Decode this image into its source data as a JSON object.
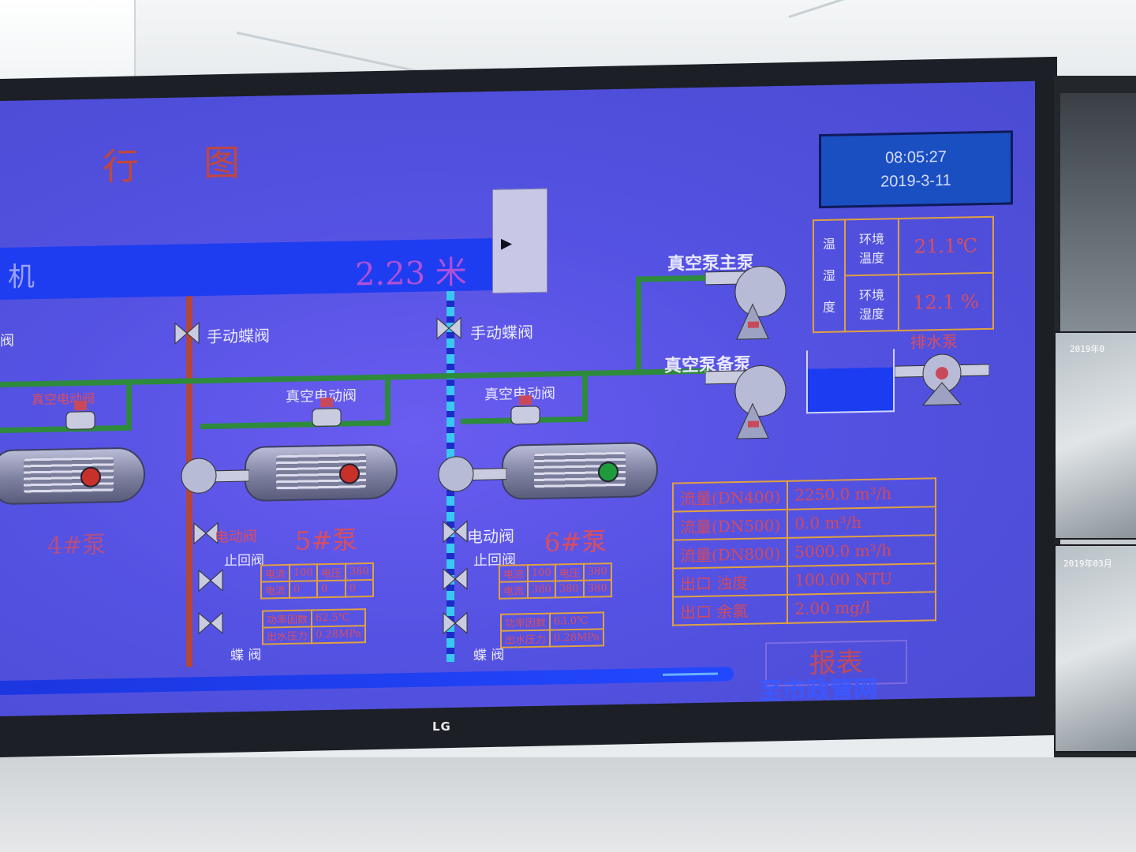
{
  "screen": {
    "title_fragments": [
      "行",
      "图"
    ],
    "clock": {
      "time": "08:05:27",
      "date": "2019-3-11"
    },
    "level": {
      "label": "机",
      "value": "2.23 米"
    },
    "valves": {
      "manual_butterfly_1": "手动蝶阀",
      "manual_butterfly_2": "手动蝶阀",
      "left_cut": "阀",
      "vacuum_electric_left": "真空电动阀",
      "vacuum_electric_mid": "真空电动阀",
      "vacuum_electric_right": "真空电动阀",
      "electric_5": "电动阀",
      "electric_6": "电动阀",
      "check_5": "止回阀",
      "check_6": "止回阀",
      "butterfly_5": "蝶 阀",
      "butterfly_6": "蝶 阀"
    },
    "pumps": {
      "pump4": "4#泵",
      "pump5": "5#泵",
      "pump6": "6#泵",
      "vacuum_main": "真空泵主泵",
      "vacuum_backup": "真空泵备泵",
      "drain_pump": "排水泵"
    },
    "environment": {
      "side_label": [
        "温",
        "湿",
        "度"
      ],
      "temp_label": "环境\n温度",
      "temp_value": "21.1℃",
      "humidity_label": "环境\n湿度",
      "humidity_value": "12.1 %"
    },
    "flow_table": [
      {
        "label": "流量(DN400)",
        "value": "2250.0 m³/h"
      },
      {
        "label": "流量(DN500)",
        "value": "0.0    m³/h"
      },
      {
        "label": "流量(DN800)",
        "value": "5000.0 m³/h"
      },
      {
        "label": "出口 浊度",
        "value": "100.00 NTU"
      },
      {
        "label": "出口 余氯",
        "value": "2.00    mg/l"
      }
    ],
    "pump5_stats": [
      [
        "电流",
        "100",
        "电压",
        "380"
      ],
      [
        "电流",
        "0",
        "0",
        "0"
      ],
      [
        "功率因数",
        "62.5℃"
      ],
      [
        "出水压力",
        "0.28MPa"
      ]
    ],
    "pump6_stats": [
      [
        "电流",
        "100",
        "电压",
        "380"
      ],
      [
        "电流",
        "380",
        "380",
        "380"
      ],
      [
        "功率因数",
        "63.0℃"
      ],
      [
        "出水压力",
        "0.28MPa"
      ]
    ],
    "report_button": "报表",
    "destination": "至市政管网"
  },
  "monitor_brand": "LG",
  "side_monitor": {
    "cam1_stamp": "2019年0",
    "cam2_stamp": "2019年03月"
  },
  "colors": {
    "screen_bg": "#5452e2",
    "pipe_green": "#2e8a3c",
    "pipe_red": "#b4473a",
    "text_red": "#d84e60"
  }
}
